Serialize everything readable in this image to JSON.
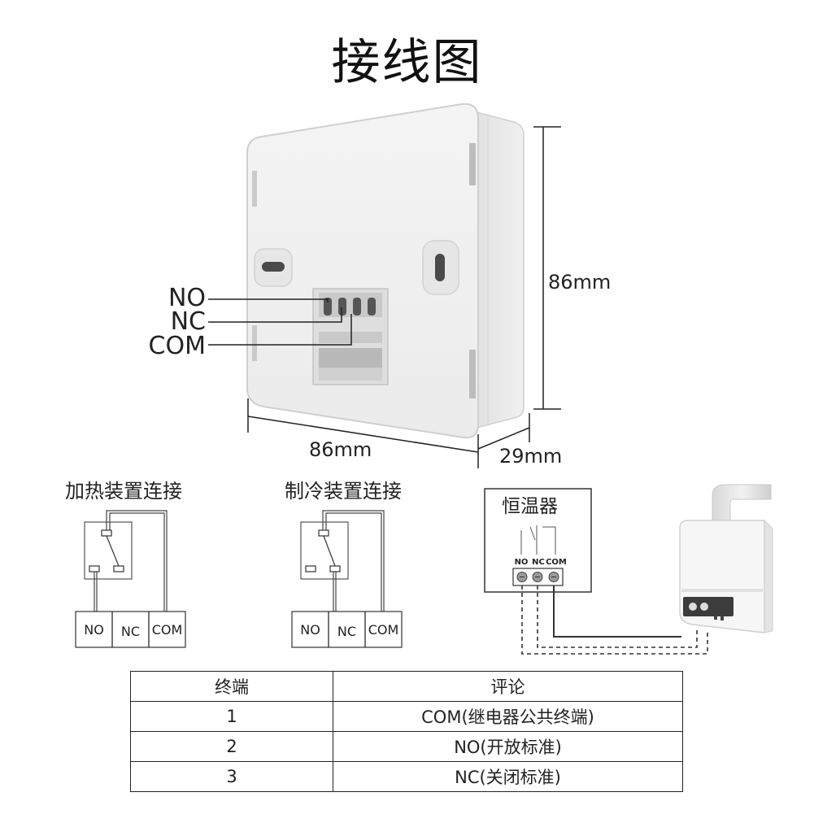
{
  "title": "接线图",
  "product": {
    "terminal_labels": [
      "NO",
      "NC",
      "COM"
    ],
    "height_dim": "86mm",
    "width_dim": "86mm",
    "depth_dim": "29mm"
  },
  "heating": {
    "caption": "加热装置连接",
    "terminals": [
      "NO",
      "NC",
      "COM"
    ]
  },
  "cooling": {
    "caption": "制冷装置连接",
    "terminals": [
      "NO",
      "NC",
      "COM"
    ]
  },
  "boiler_panel": {
    "caption": "恒温器",
    "terminal_labels": [
      "NO",
      "NC",
      "COM"
    ]
  },
  "table": {
    "headers": [
      "终端",
      "评论"
    ],
    "rows": [
      {
        "terminal": "1",
        "comment": "COM(继电器公共终端)"
      },
      {
        "terminal": "2",
        "comment": "NO(开放标准)"
      },
      {
        "terminal": "3",
        "comment": "NC(关闭标准)"
      }
    ]
  }
}
